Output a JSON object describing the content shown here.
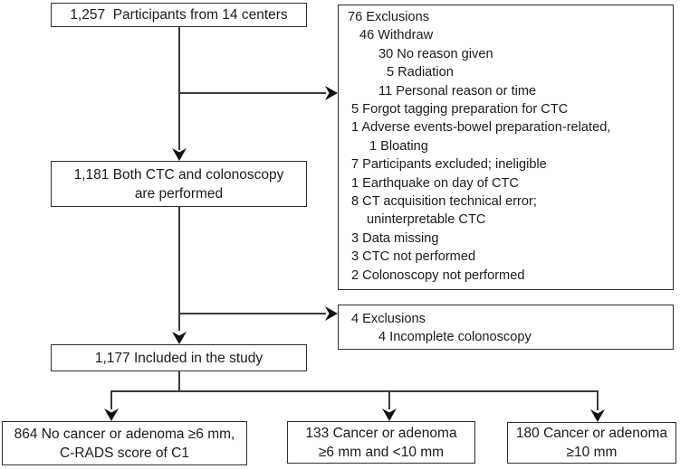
{
  "figure": {
    "type": "flowchart",
    "colors": {
      "background": "#ffffff",
      "box_border": "#2e2e2e",
      "connector_line": "#3a3a3a",
      "arrowhead": "#111111",
      "text": "#1b1b1b"
    },
    "nodes": {
      "participants_box": {
        "label": "1,257  Participants from 14 centers"
      },
      "exclusions_box_1": {
        "lines": [
          "76 Exclusions",
          "46 Withdraw",
          "30 No reason given",
          "5 Radiation",
          "11 Personal reason or time",
          "5 Forgot tagging preparation for CTC",
          "1 Adverse events-bowel preparation-related,",
          "1 Bloating",
          "7 Participants excluded; ineligible",
          "1 Earthquake on day of CTC",
          "8 CT acquisition technical error;",
          "uninterpretable CTC",
          "3 Data missing",
          "3 CTC not performed",
          "2 Colonoscopy not performed"
        ]
      },
      "both_performed_box": {
        "line1": "1,181 Both CTC and colonoscopy",
        "line2": "are performed"
      },
      "exclusions_box_2": {
        "lines": [
          "4 Exclusions",
          "4 Incomplete colonoscopy"
        ]
      },
      "included_box": {
        "label": "1,177 Included in the study"
      },
      "outcome_box_1": {
        "line1": "864 No cancer or adenoma ≥6 mm,",
        "line2": "C-RADS score of C1"
      },
      "outcome_box_2": {
        "line1": "133 Cancer or adenoma",
        "line2": "≥6 mm and <10 mm"
      },
      "outcome_box_3": {
        "line1": "180 Cancer or adenoma",
        "line2": "≥10 mm"
      }
    }
  }
}
